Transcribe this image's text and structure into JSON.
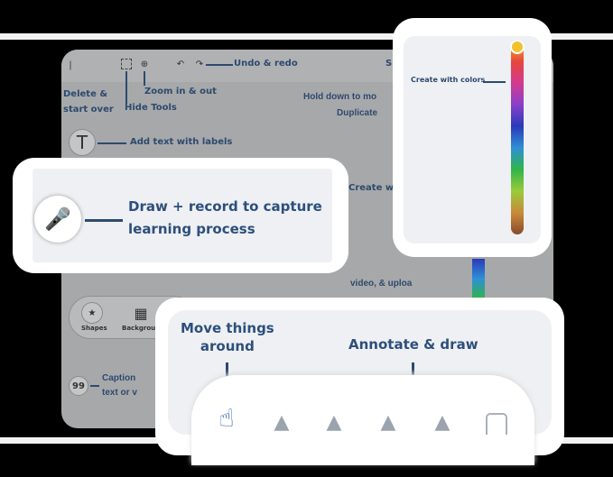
{
  "annotations": {
    "delete": "Delete &\nstart over",
    "hide_tools": "Hide Tools",
    "zoom": "Zoom in & out",
    "undo_redo": "Undo & redo",
    "hold_down": "Hold down to mo",
    "duplicate": "Duplicate",
    "add_text": "Add text with labels",
    "create_with": "Create wi",
    "video_upload": "video, & uploa",
    "caption_line1": "Caption",
    "caption_line2": "text or v",
    "top_right_letter": "S"
  },
  "toolbar": {
    "shapes": "Shapes",
    "background": "Backgrou",
    "text_icon": "T",
    "caption_icon": "99"
  },
  "mic_callout": {
    "text_line1": "Draw + record to capture",
    "text_line2": "learning process"
  },
  "color_callout": {
    "text": "Create with colors",
    "colors": [
      "#f2c12e",
      "#e8473b",
      "#d23a8f",
      "#8b3fc9",
      "#2a3ab8",
      "#2f8fd6",
      "#2fb54a",
      "#9acb3a",
      "#c98a3a",
      "#8a4a2a"
    ]
  },
  "bottom_callout": {
    "move": "Move things\naround",
    "annotate": "Annotate & draw"
  }
}
